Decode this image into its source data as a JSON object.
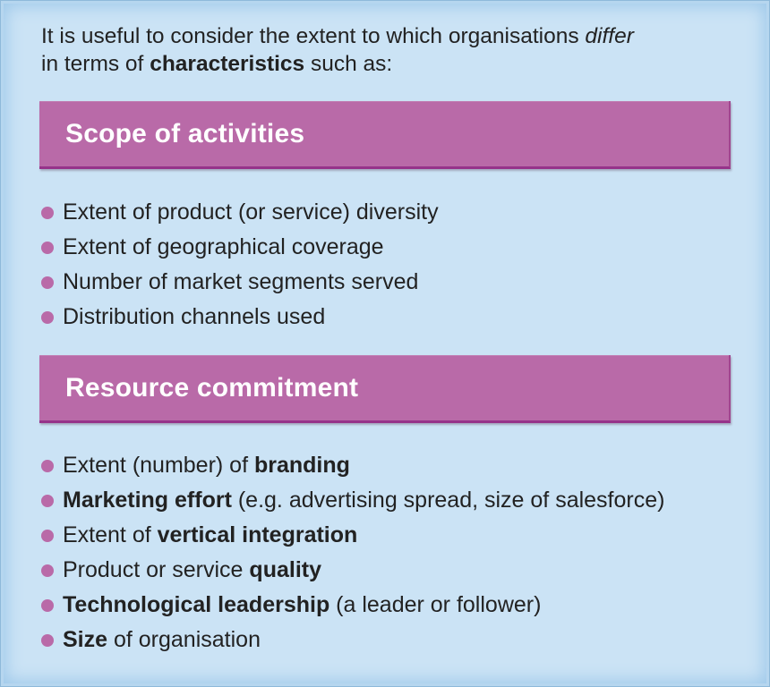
{
  "intro": {
    "part1": "It is useful to consider the extent to which organisations ",
    "differ": "differ",
    "part2": " in terms of ",
    "characteristics": "characteristics",
    "part3": " such as:"
  },
  "sections": [
    {
      "title": "Scope of activities",
      "items": [
        {
          "pre": "Extent of product (or service) diversity",
          "bold": "",
          "post": ""
        },
        {
          "pre": "Extent of geographical coverage",
          "bold": "",
          "post": ""
        },
        {
          "pre": "Number of market segments served",
          "bold": "",
          "post": ""
        },
        {
          "pre": "Distribution channels used",
          "bold": "",
          "post": ""
        }
      ]
    },
    {
      "title": "Resource commitment",
      "items": [
        {
          "pre": "Extent (number) of ",
          "bold": "branding",
          "post": ""
        },
        {
          "pre": "",
          "bold": "Marketing effort",
          "post": " (e.g. advertising spread, size of salesforce)"
        },
        {
          "pre": "Extent of ",
          "bold": "vertical integration",
          "post": ""
        },
        {
          "pre": "Product or service ",
          "bold": "quality",
          "post": ""
        },
        {
          "pre": "",
          "bold": "Technological leadership",
          "post": " (a leader or follower)"
        },
        {
          "pre": "",
          "bold": "Size",
          "post": " of organisation"
        }
      ]
    }
  ],
  "colors": {
    "panel_background": "#cbe3f5",
    "banner": "#b96aa8",
    "bullet": "#b96aa8",
    "text": "#222222"
  }
}
